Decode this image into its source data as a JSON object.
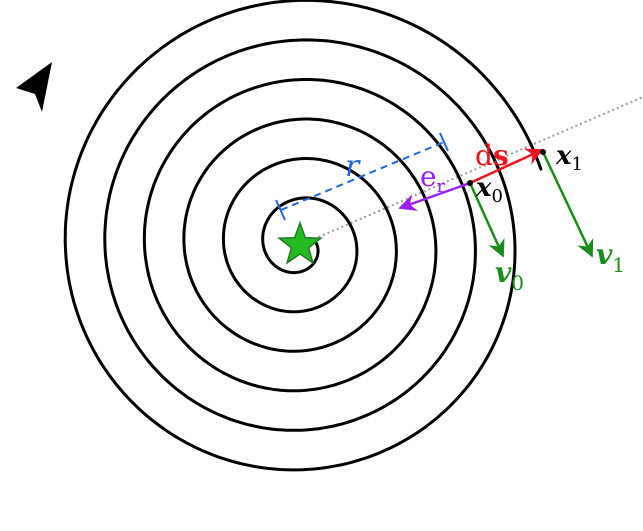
{
  "labels": {
    "r": "r",
    "e_r_main": "e",
    "e_r_sub": "r",
    "ds_d": "d",
    "ds_s": "s",
    "x0_main": "x",
    "x0_sub": "0",
    "x1_main": "x",
    "x1_sub": "1",
    "v0_main": "v",
    "v0_sub": "0",
    "v1_main": "v",
    "v1_sub": "1"
  },
  "colors": {
    "spiral": "#000000",
    "radius": "#1f66e0",
    "unit_radial": "#9b1ff2",
    "displacement": "#e8141e",
    "velocity": "#1a8c1a",
    "star_fill": "#22bb22",
    "star_stroke": "#1f7a1f",
    "ray": "#999999"
  },
  "icons": {
    "center": "star-icon"
  }
}
